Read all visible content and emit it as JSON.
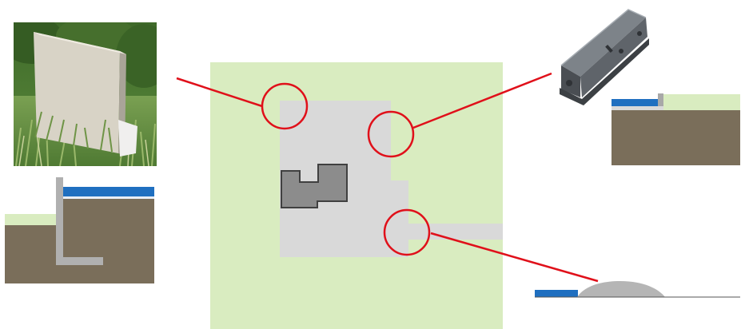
{
  "colors": {
    "grass": "#d9ecc0",
    "paved": "#d9d9d9",
    "building_fill": "#8c8c8c",
    "building_stroke": "#404040",
    "callout": "#e0101a",
    "blue_layer": "#1f6fc0",
    "soil": "#7a6e5a",
    "concrete": "#b0b0b0",
    "curb_dark": "#5a5e62"
  },
  "callouts": [
    {
      "name": "callout-circle-top-left"
    },
    {
      "name": "callout-circle-right-edge"
    },
    {
      "name": "callout-circle-lower-right"
    }
  ],
  "details": {
    "wall_photo": {
      "icon": "concrete-l-wall-photo"
    },
    "wall_section": {
      "icon": "l-shaped-retaining-wall-section"
    },
    "curb_product": {
      "icon": "concrete-curb-block"
    },
    "curb_section": {
      "icon": "curb-edge-section"
    },
    "mound_section": {
      "icon": "gravel-mound-section"
    }
  }
}
